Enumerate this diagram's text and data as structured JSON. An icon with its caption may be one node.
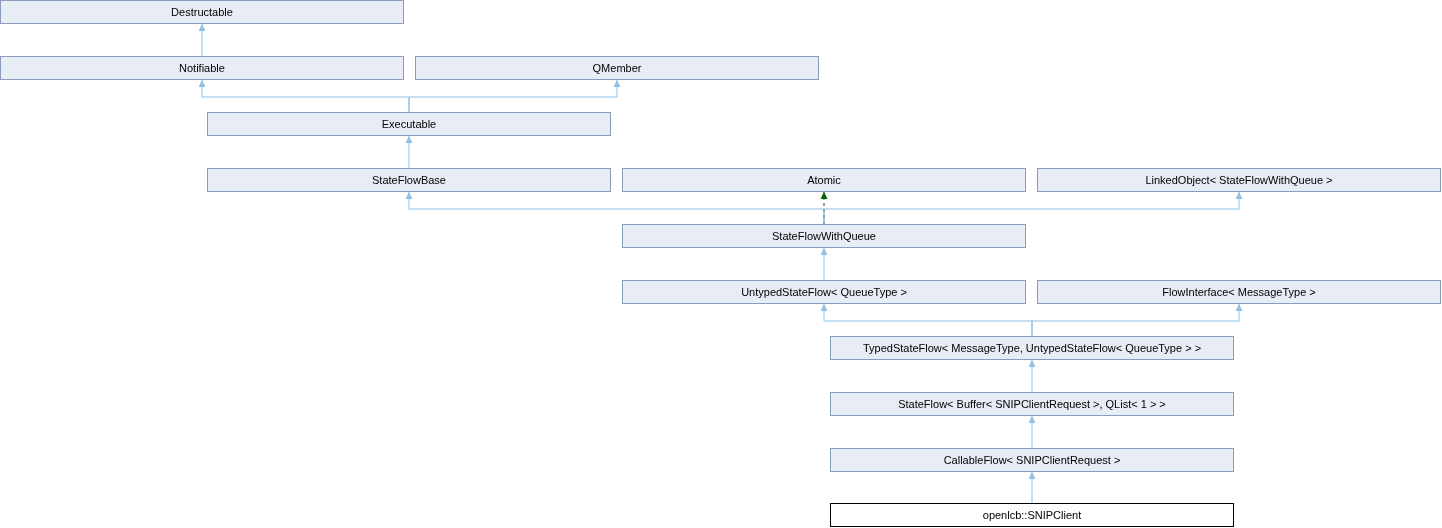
{
  "diagram": {
    "nodes": [
      {
        "text": [
          "Destructable"
        ]
      },
      {
        "text": [
          "Notifiable"
        ]
      },
      {
        "text": [
          "QMember"
        ]
      },
      {
        "text": [
          "Executable"
        ]
      },
      {
        "text": [
          "StateFlowBase"
        ]
      },
      {
        "text": [
          "Atomic"
        ]
      },
      {
        "text": [
          "LinkedObject< StateFlowWithQueue >"
        ]
      },
      {
        "text": [
          "StateFlowWithQueue"
        ]
      },
      {
        "text": [
          "UntypedStateFlow< QueueType >"
        ]
      },
      {
        "text": [
          "FlowInterface< MessageType >"
        ]
      },
      {
        "text": [
          "TypedStateFlow< MessageType, UntypedStateFlow< QueueType > >"
        ]
      },
      {
        "text": [
          "StateFlow< Buffer< SNIPClientRequest >, QList< 1 > >"
        ]
      },
      {
        "text": [
          "CallableFlow< SNIPClientRequest >"
        ]
      },
      {
        "text": [
          "openlcb::SNIPClient"
        ]
      }
    ],
    "edges": [
      {
        "from": 1,
        "to": 0,
        "arrow": "to"
      },
      {
        "from": 3,
        "to": 1,
        "arrow": "to"
      },
      {
        "from": 3,
        "to": 2,
        "arrow": "to"
      },
      {
        "from": 4,
        "to": 3,
        "arrow": "to"
      },
      {
        "from": 7,
        "to": 4,
        "arrow": "to"
      },
      {
        "from": 7,
        "to": 5,
        "arrow": "to",
        "style": "dashed",
        "color": "#006400"
      },
      {
        "from": 7,
        "to": 6,
        "arrow": "to"
      },
      {
        "from": 8,
        "to": 7,
        "arrow": "to"
      },
      {
        "from": 10,
        "to": 8,
        "arrow": "to"
      },
      {
        "from": 10,
        "to": 9,
        "arrow": "to"
      },
      {
        "from": 11,
        "to": 10,
        "arrow": "to"
      },
      {
        "from": 12,
        "to": 11,
        "arrow": "to"
      },
      {
        "from": 13,
        "to": 12,
        "arrow": "to"
      }
    ]
  }
}
